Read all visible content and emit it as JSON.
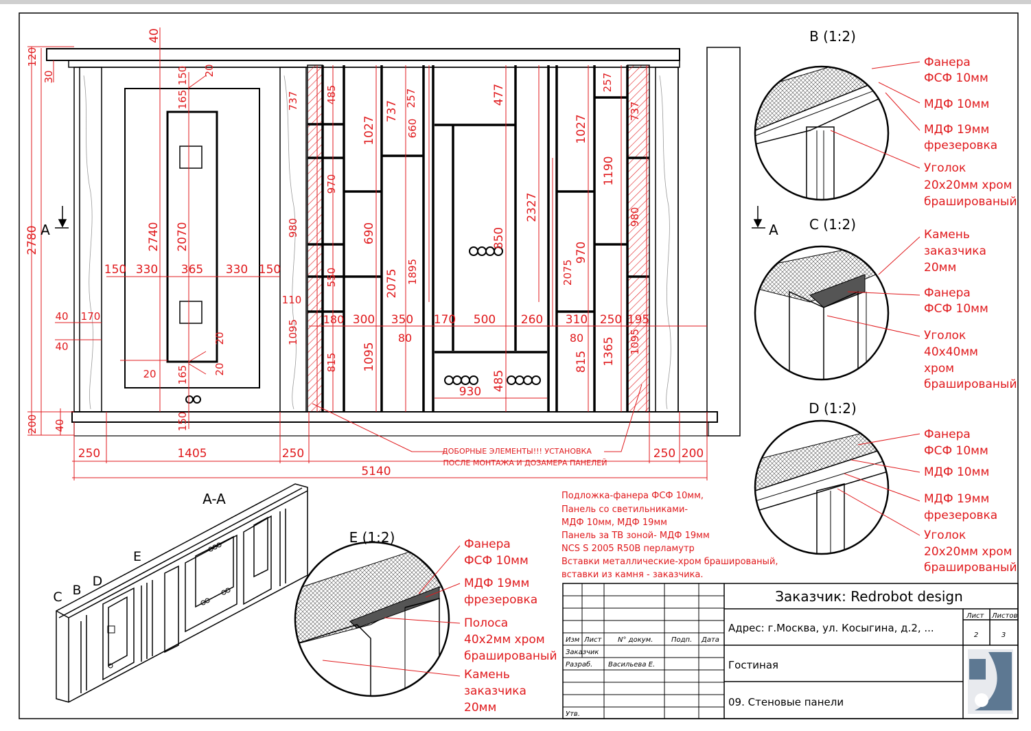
{
  "colors": {
    "annotation": "#e0191c",
    "linework": "#000000",
    "hatch": "#e0191c",
    "background": "#ffffff"
  },
  "elevation": {
    "overall_width": "5140",
    "overall_height": "2780",
    "bottom": [
      "250",
      "1405",
      "250",
      "250",
      "200"
    ],
    "left": [
      "120",
      "30",
      "40",
      "40",
      "170",
      "40",
      "200",
      "40"
    ],
    "door": [
      "40",
      "20",
      "150",
      "165",
      "2740",
      "2070",
      "20",
      "20",
      "165",
      "150",
      "150",
      "330",
      "365",
      "330",
      "150",
      "20"
    ],
    "col1": [
      "737",
      "485",
      "970",
      "980",
      "550",
      "110",
      "1095",
      "815",
      "180"
    ],
    "col2": [
      "1027",
      "690",
      "1095",
      "300"
    ],
    "col3": [
      "737",
      "2075",
      "350",
      "80"
    ],
    "col4": [
      "257",
      "660",
      "1895",
      "170"
    ],
    "tv": [
      "477",
      "850",
      "2327",
      "500",
      "260",
      "930",
      "485"
    ],
    "right1": [
      "2075",
      "80",
      "310"
    ],
    "right2": [
      "1027",
      "970",
      "815"
    ],
    "right3": [
      "257",
      "1190",
      "1365",
      "250"
    ],
    "right4": [
      "737",
      "980",
      "1095",
      "195"
    ],
    "section_mark": "A",
    "note": [
      "ДОБОРНЫЕ ЭЛЕМЕНТЫ!!! УСТАНОВКА",
      "ПОСЛЕ МОНТАЖА И ДОЗАМЕРА ПАНЕЛЕЙ"
    ]
  },
  "details": {
    "B": {
      "title": "B (1:2)",
      "labels": [
        "Фанера",
        "ФСФ 10мм",
        "МДФ 10мм",
        "МДФ 19мм",
        "фрезеровка",
        "Уголок",
        "20х20мм хром",
        "брашированый"
      ]
    },
    "C": {
      "title": "C (1:2)",
      "labels": [
        "Камень",
        "заказчика",
        "20мм",
        "Фанера",
        "ФСФ 10мм",
        "Уголок",
        "40х40мм",
        "хром",
        "брашированый"
      ]
    },
    "D": {
      "title": "D (1:2)",
      "labels": [
        "Фанера",
        "ФСФ 10мм",
        "МДФ 10мм",
        "МДФ 19мм",
        "фрезеровка",
        "Уголок",
        "20х20мм хром",
        "брашированый"
      ]
    },
    "E": {
      "title": "E (1:2)",
      "labels": [
        "Фанера",
        "ФСФ 10мм",
        "МДФ 19мм",
        "фрезеровка",
        "Полоса",
        "40х2мм хром",
        "брашированый",
        "Камень",
        "заказчика",
        "20мм"
      ]
    }
  },
  "section_view": {
    "title": "A-A",
    "markers": [
      "C",
      "B",
      "D",
      "E"
    ]
  },
  "spec_notes": [
    "Подложка-фанера ФСФ 10мм,",
    "Панель со светильниками-",
    "МДФ 10мм, МДФ 19мм",
    "Панель за ТВ зоной- МДФ 19мм",
    "NCS S 2005 R50B перламутр",
    "Вставки металлические-хром брашированый,",
    "вставки из камня - заказчика."
  ],
  "title_block": {
    "customer": "Заказчик: Redrobot design",
    "address": "Адрес: г.Москва, ул. Косыгина, д.2, ...",
    "room": "Гостиная",
    "sheet_name": "09. Стеновые панели",
    "sheet_label": "Лист",
    "sheets_label": "Листов",
    "sheet_no": "2",
    "sheets_total": "3",
    "headers": [
      "Изм",
      "Лист",
      "N° докум.",
      "Подп.",
      "Дата"
    ],
    "rows": [
      "Заказчик",
      "Разраб.",
      "Утв."
    ],
    "developer": "Васильева Е."
  }
}
